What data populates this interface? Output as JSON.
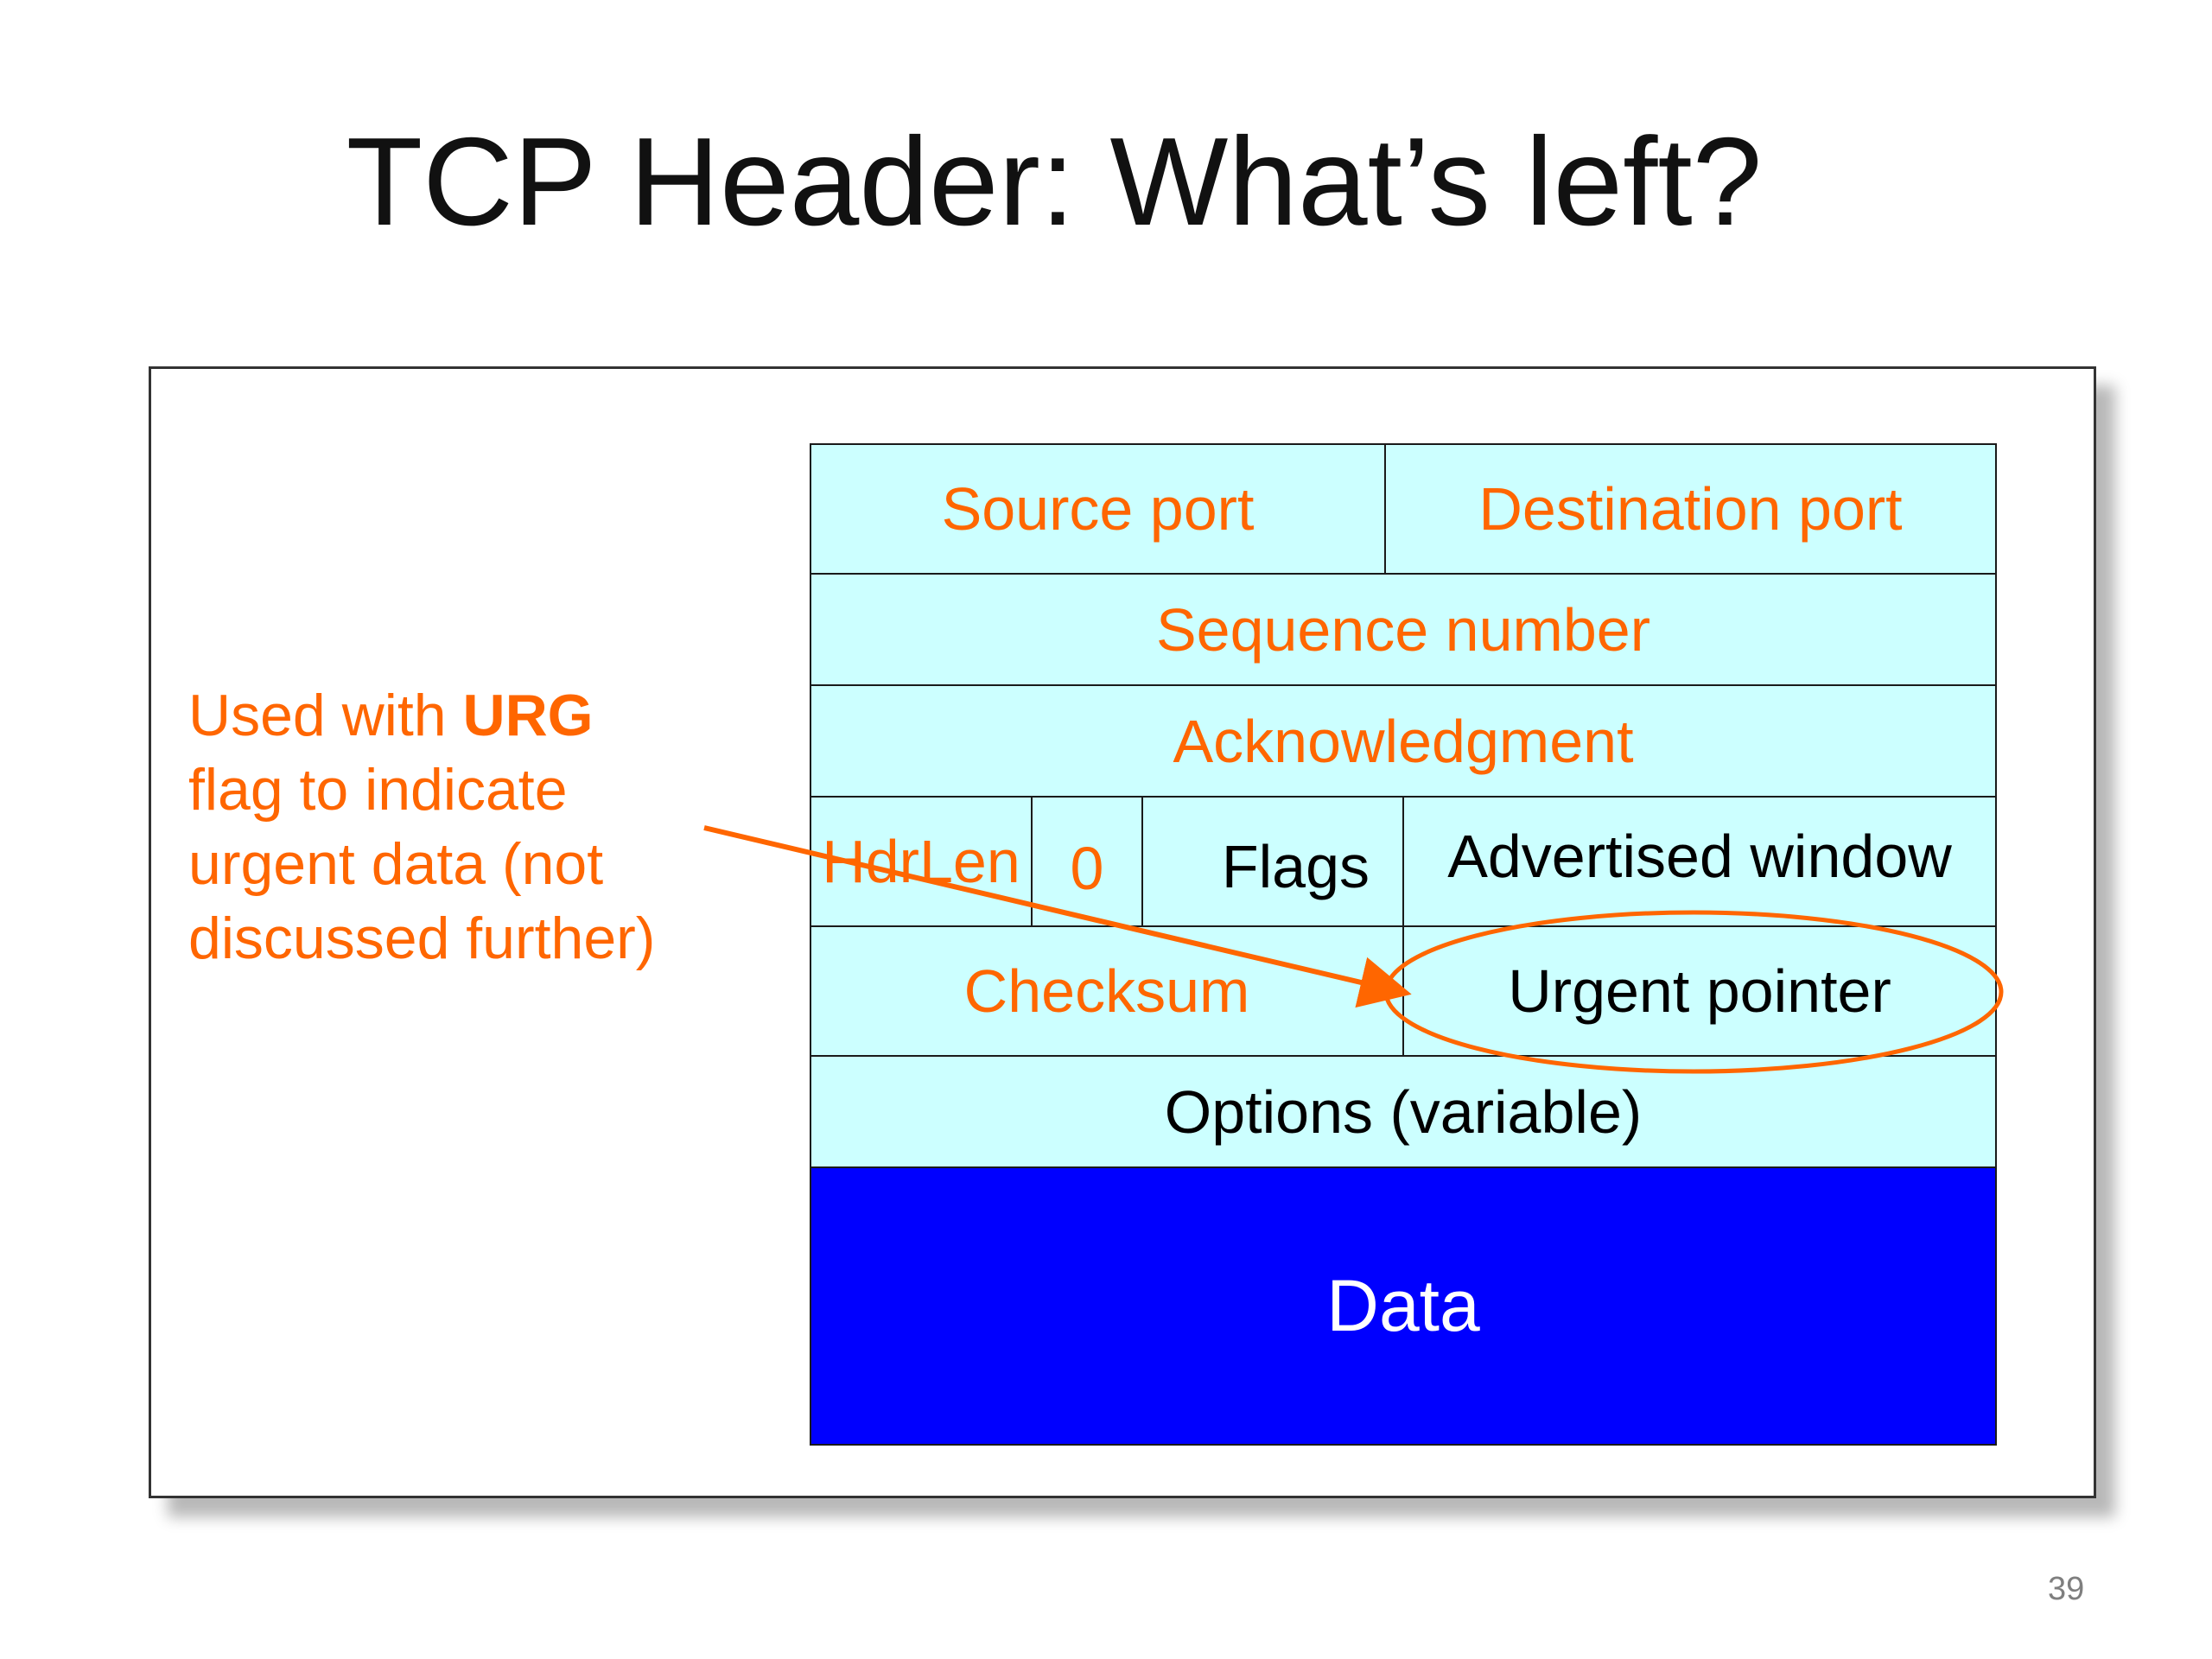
{
  "slide": {
    "title": "TCP Header: What’s left?",
    "page_number": "39"
  },
  "header_fields": {
    "source_port": "Source port",
    "destination_port": "Destination port",
    "sequence_number": "Sequence number",
    "acknowledgment": "Acknowledgment",
    "hdrlen": "HdrLen",
    "zero": "0",
    "flags": "Flags",
    "advertised_window": "Advertised window",
    "checksum": "Checksum",
    "urgent_pointer": "Urgent pointer",
    "options": "Options (variable)",
    "data": "Data"
  },
  "annotation": {
    "line1_prefix": "Used with ",
    "line1_bold": "URG",
    "line2": "flag to indicate",
    "line3": "urgent data (not",
    "line4": "discussed further)"
  },
  "colors": {
    "field_fill": "#ccffff",
    "data_fill": "#0000ff",
    "accent_orange": "#ff6600",
    "border": "#1a1a1a"
  }
}
